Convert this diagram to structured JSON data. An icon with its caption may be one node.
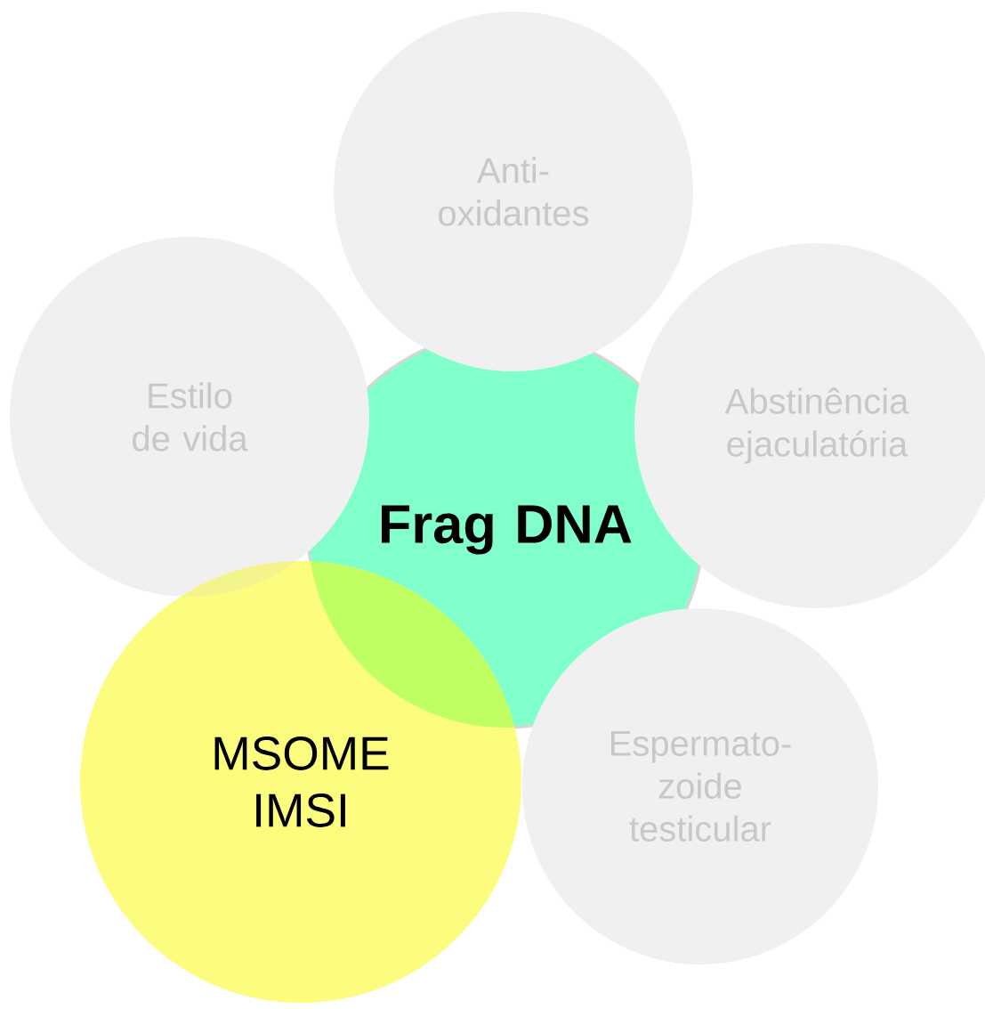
{
  "diagram": {
    "nodes": [
      {
        "text": [
          "Anti-oxidantes"
        ]
      },
      {
        "text": [
          "Estilo de vida"
        ]
      },
      {
        "text": [
          "Abstinência ejaculatória"
        ]
      },
      {
        "text": [
          "Frag DNA"
        ]
      },
      {
        "text": [
          "MSOME IMSI"
        ]
      },
      {
        "text": [
          "Espermato-zoide testicular"
        ]
      }
    ]
  }
}
